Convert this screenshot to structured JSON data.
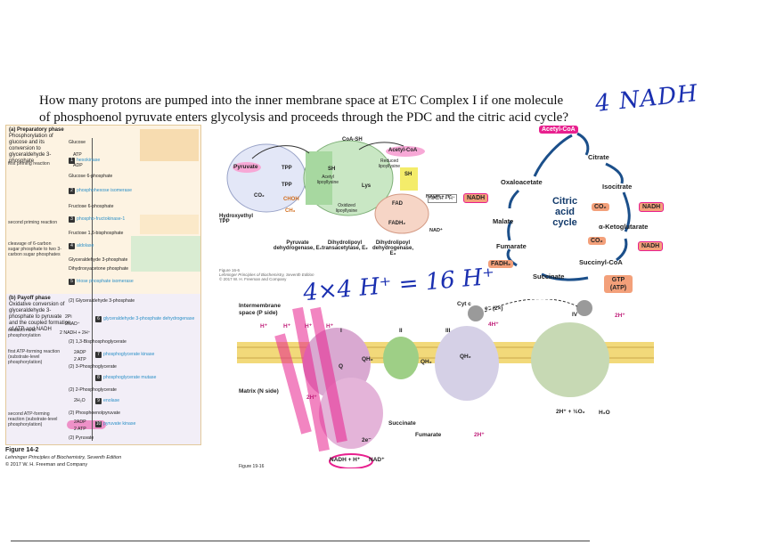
{
  "question": "How many protons are pumped into the inner membrane space at ETC Complex I if one molecule of phosphoenol pyruvate enters glycolysis and proceeds through the PDC and the citric acid cycle?",
  "handwriting": {
    "top_right": "4 NADH",
    "middle": "4×4 H⁺ = 16 H⁺"
  },
  "glycolysis": {
    "preparatory_title": "(a) Preparatory phase",
    "preparatory_sub": "Phosphorylation of glucose and its conversion to glyceraldehyde 3-phosphate",
    "first_priming": "first priming reaction",
    "second_priming": "second priming reaction",
    "cleavage": "cleavage of 6-carbon sugar phosphate to two 3-carbon sugar phosphates",
    "payoff_title": "(b) Payoff phase",
    "payoff_sub": "Oxidative conversion of glyceraldehyde 3-phosphate to pyruvate and the coupled formation of ATP and NADH",
    "oxidation": "oxidation and phosphorylation",
    "first_atp": "first ATP-forming reaction (substrate-level phosphorylation)",
    "second_atp": "second ATP-forming reaction (substrate-level phosphorylation)",
    "steps": [
      {
        "n": "1",
        "name": "Glucose",
        "enz": "hexokinase"
      },
      {
        "n": "2",
        "name": "Glucose 6-phosphate",
        "enz": "phosphohexose isomerase"
      },
      {
        "n": "3",
        "name": "Fructose 6-phosphate",
        "enz": "phospho-fructokinase-1"
      },
      {
        "n": "4",
        "name": "Fructose 1,6-bisphosphate",
        "enz": "aldolase"
      },
      {
        "n": "5",
        "name": "Glyceraldehyde 3-phosphate",
        "enz": "triose phosphate isomerase"
      },
      {
        "n": "6",
        "name": "(2) Glyceraldehyde 3-phosphate",
        "enz": "glyceraldehyde 3-phosphate dehydrogenase"
      },
      {
        "n": "7",
        "name": "(2) 1,3-Bisphosphoglycerate",
        "enz": "phosphoglycerate kinase"
      },
      {
        "n": "8",
        "name": "(2) 3-Phosphoglycerate",
        "enz": "phosphoglycerate mutase"
      },
      {
        "n": "9",
        "name": "(2) 2-Phosphoglycerate",
        "enz": "enolase"
      },
      {
        "n": "10",
        "name": "(2) Phosphoenolpyruvate",
        "enz": "pyruvate kinase"
      },
      {
        "n": "",
        "name": "(2) Pyruvate",
        "enz": ""
      }
    ],
    "dhap": "Dihydroxyacetone phosphate",
    "cofactors": {
      "atp": "ATP",
      "adp": "ADP",
      "pi": "2Pi",
      "nad": "2NAD⁺",
      "nadh": "2 NADH + 2H⁺",
      "adp2": "2ADP",
      "atp2": "2 ATP",
      "h2o": "2H₂O"
    },
    "figure_label": "Figure 14-2",
    "book": "Lehninger Principles of Biochemistry, Seventh Edition",
    "copyright": "© 2017 W. H. Freeman and Company"
  },
  "pdc": {
    "pyruvate": "Pyruvate",
    "tpp1": "TPP",
    "tpp2": "TPP",
    "co2": "CO₂",
    "choh": "CHOH",
    "ch3": "CH₃",
    "hydroxyethyl": "Hydroxyethyl TPP",
    "coa_sh": "CoA-SH",
    "acetyl_coa": "Acetyl-CoA",
    "sh1": "SH",
    "sh2": "SH",
    "acetyl_lipoyllysine": "Acetyl lipoyllysine",
    "reduced": "Reduced lipoyllysine",
    "oxidized": "Oxidized lipoyllysine",
    "lys": "Lys",
    "fad": "FAD",
    "fadh2": "FADH₂",
    "nadh_h": "NADH + H⁺",
    "nad": "NAD⁺",
    "e1": "Pyruvate dehydrogenase, E₁",
    "e2": "Dihydrolipoyl transacetylase, E₂",
    "e3": "Dihydrolipoyl dehydrogenase, E₃",
    "fig": "Figure 16-6",
    "fig_book": "Lehninger Principles of Biochemistry, Seventh Edition",
    "fig_copy": "© 2017 W. H. Freeman and Company"
  },
  "tca": {
    "acetyl_coa": "Acetyl-CoA",
    "citrate": "Citrate",
    "isocitrate": "Isocitrate",
    "co2_1": "CO₂",
    "nadh_1": "NADH",
    "akg": "α-Ketoglutarate",
    "co2_2": "CO₂",
    "nadh_2": "NADH",
    "succinyl": "Succinyl-CoA",
    "gtp": "GTP (ATP)",
    "succinate": "Succinate",
    "fadh2": "FADH₂",
    "fumarate": "Fumarate",
    "malate": "Malate",
    "oxaloacetate": "Oxaloacetate",
    "nadh_3": "NADH",
    "nadh_h": "NADH + H⁺",
    "title": "Citric acid cycle"
  },
  "etc": {
    "ims": "Intermembrane space (P side)",
    "matrix": "Matrix (N side)",
    "h1": "H⁺",
    "h2": "H⁺",
    "h3": "H⁺",
    "h4": "H⁺",
    "c1": "I",
    "c2": "II",
    "c3": "III",
    "c4": "IV",
    "q": "Q",
    "qh2a": "QH₂",
    "qh2b": "QH₂",
    "qh2c": "QH₂",
    "cytc": "Cyt c",
    "e2": "e⁻ (2×)",
    "h4p": "4H⁺",
    "h2p": "2H⁺",
    "h2m": "2H⁺",
    "h2m2": "2H⁺",
    "succinate": "Succinate",
    "fumarate": "Fumarate",
    "two_e": "2e⁻",
    "nadh": "NADH + H⁺",
    "nad": "NAD⁺",
    "o2": "2H⁺ + ½O₂",
    "h2o": "H₂O",
    "fig": "Figure 19-16"
  },
  "colors": {
    "blue_ink": "#1a2fb0",
    "pink": "#e8208e",
    "dark_blue": "#123a6b"
  }
}
